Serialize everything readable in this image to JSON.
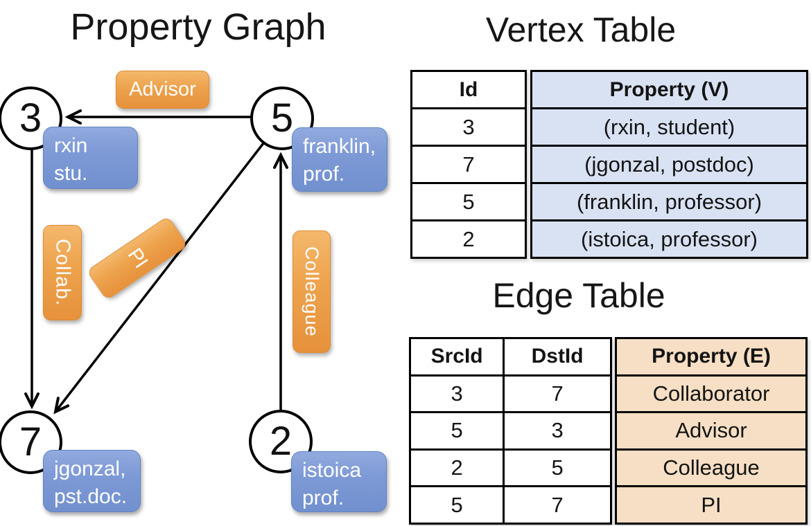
{
  "colors": {
    "edge_label_orange": "#eda24c",
    "vertex_box_blue": "#7e9ad6",
    "table_property_v_fill": "#d9e2f3",
    "table_property_e_fill": "#f6dfc4",
    "line_black": "#000000"
  },
  "graph": {
    "title": "Property Graph",
    "nodes": [
      {
        "id": "3",
        "line1": "rxin",
        "line2": "stu."
      },
      {
        "id": "5",
        "line1": "franklin,",
        "line2": "prof."
      },
      {
        "id": "7",
        "line1": "jgonzal,",
        "line2": "pst.doc."
      },
      {
        "id": "2",
        "line1": "istoica",
        "line2": "prof."
      }
    ],
    "edge_labels": {
      "advisor": "Advisor",
      "collab": "Collab.",
      "pi": "PI",
      "colleague": "Colleague"
    }
  },
  "vertex_table": {
    "title": "Vertex Table",
    "headers": {
      "id": "Id",
      "property": "Property (V)"
    },
    "rows": [
      {
        "id": "3",
        "property": "(rxin, student)"
      },
      {
        "id": "7",
        "property": "(jgonzal, postdoc)"
      },
      {
        "id": "5",
        "property": "(franklin, professor)"
      },
      {
        "id": "2",
        "property": "(istoica, professor)"
      }
    ]
  },
  "edge_table": {
    "title": "Edge Table",
    "headers": {
      "src": "SrcId",
      "dst": "DstId",
      "property": "Property (E)"
    },
    "rows": [
      {
        "src": "3",
        "dst": "7",
        "property": "Collaborator"
      },
      {
        "src": "5",
        "dst": "3",
        "property": "Advisor"
      },
      {
        "src": "2",
        "dst": "5",
        "property": "Colleague"
      },
      {
        "src": "5",
        "dst": "7",
        "property": "PI"
      }
    ]
  }
}
